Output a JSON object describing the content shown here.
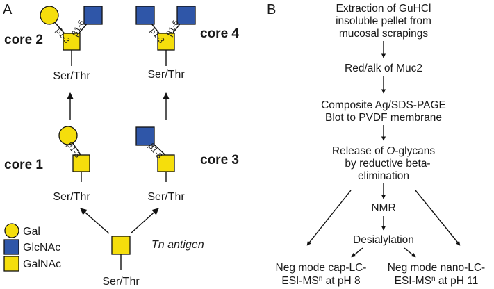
{
  "panel_a": {
    "label": "A",
    "core2": {
      "name": "core 2",
      "link_left": "β1-3",
      "link_right": "β1-6",
      "peptide": "Ser/Thr"
    },
    "core4": {
      "name": "core 4",
      "link_left": "β1-3",
      "link_right": "β1-6",
      "peptide": "Ser/Thr"
    },
    "core1": {
      "name": "core 1",
      "link": "β1-3",
      "peptide": "Ser/Thr"
    },
    "core3": {
      "name": "core 3",
      "link": "β1-3",
      "peptide": "Ser/Thr"
    },
    "tn": {
      "name": "Tn antigen",
      "peptide": "Ser/Thr"
    },
    "legend": [
      {
        "label": "Gal",
        "shape": "circle",
        "color": "#f5de0c"
      },
      {
        "label": "GlcNAc",
        "shape": "square",
        "color": "#2f56a8"
      },
      {
        "label": "GalNAc",
        "shape": "square",
        "color": "#f5de0c"
      }
    ]
  },
  "panel_b": {
    "label": "B",
    "step1": [
      "Extraction of GuHCl",
      "insoluble pellet from",
      "mucosal scrapings"
    ],
    "step2": "Red/alk of Muc2",
    "step3": [
      "Composite Ag/SDS-PAGE",
      "Blot to PVDF membrane"
    ],
    "step4": {
      "line1_prefix": "Release of ",
      "line1_italic": "O",
      "line1_suffix": "-glycans",
      "line2": "by reductive beta-",
      "line3": "elimination"
    },
    "nmr": "NMR",
    "desialylation": "Desialylation",
    "left_out": {
      "line1": "Neg mode cap-LC-",
      "line2_prefix": "ESI-MS",
      "sup": "n",
      "line2_suffix": " at pH 8"
    },
    "right_out": {
      "line1": "Neg mode nano-LC-",
      "line2_prefix": "ESI-MS",
      "sup": "n",
      "line2_suffix": " at pH 11"
    }
  }
}
